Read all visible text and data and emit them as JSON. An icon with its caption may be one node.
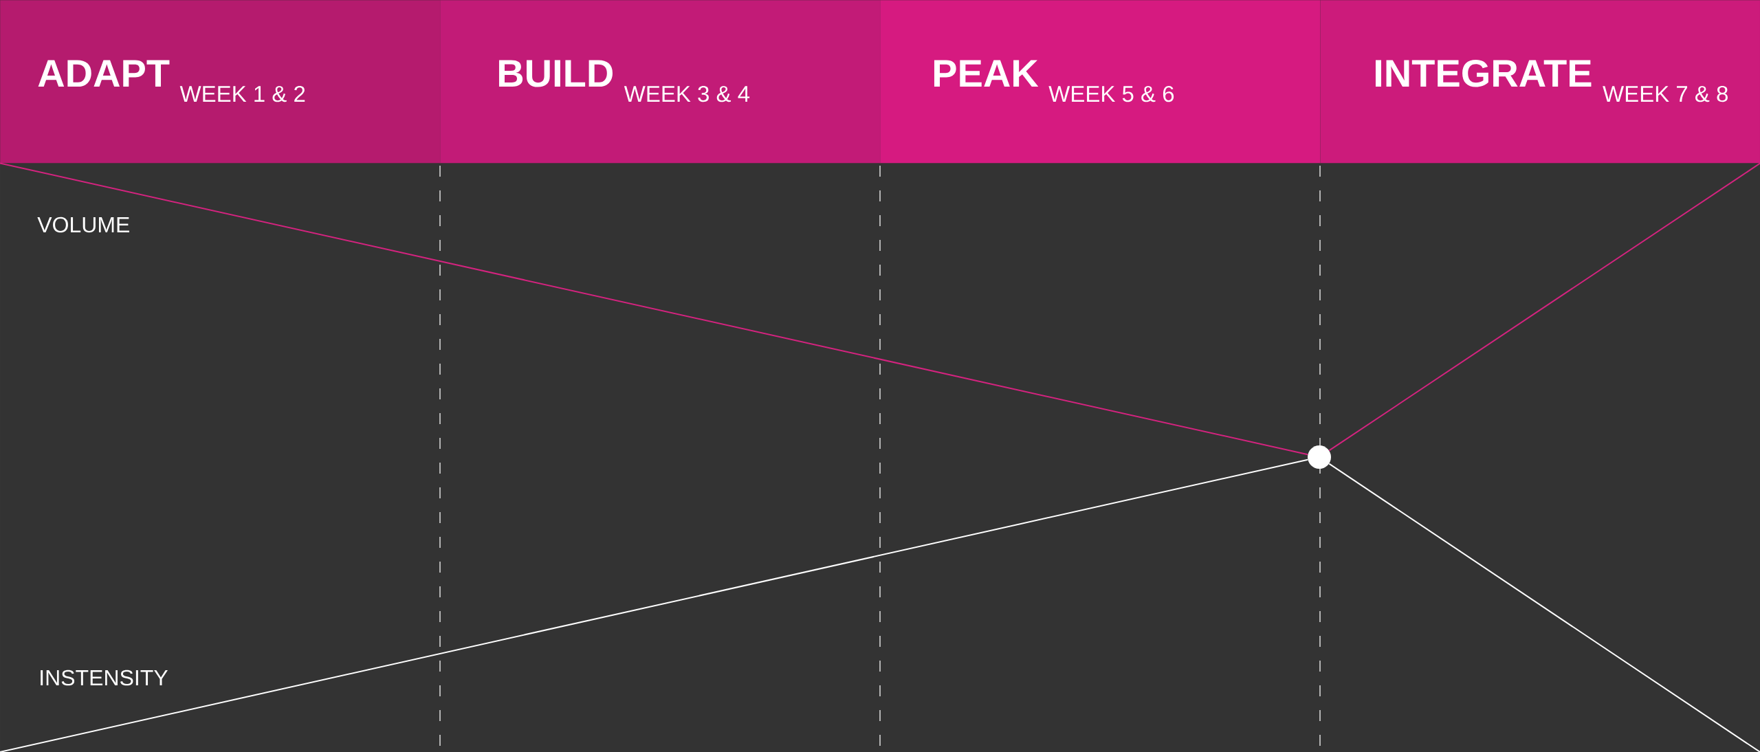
{
  "diagram": {
    "nodes": [
      {
        "text": [
          "ADAPT",
          "WEEK 1 & 2"
        ]
      },
      {
        "text": [
          "BUILD",
          "WEEK 3 & 4"
        ]
      },
      {
        "text": [
          "PEAK",
          "WEEK 5 & 6"
        ]
      },
      {
        "text": [
          "INTEGRATE",
          "WEEK 7 & 8"
        ]
      },
      {
        "text": [],
        "shape": "circle"
      }
    ],
    "edges": [
      {
        "from": 0,
        "to": 4,
        "arrow": "none",
        "color": "#d4237f"
      },
      {
        "from": 4,
        "to": 3,
        "arrow": "none",
        "color": "#d4237f"
      },
      {
        "from": null,
        "to": 4,
        "arrow": "none",
        "color": "#ffffff"
      },
      {
        "from": 4,
        "to": null,
        "arrow": "none",
        "color": "#ffffff"
      }
    ],
    "labels": [
      "VOLUME",
      "INSTENSITY"
    ]
  }
}
